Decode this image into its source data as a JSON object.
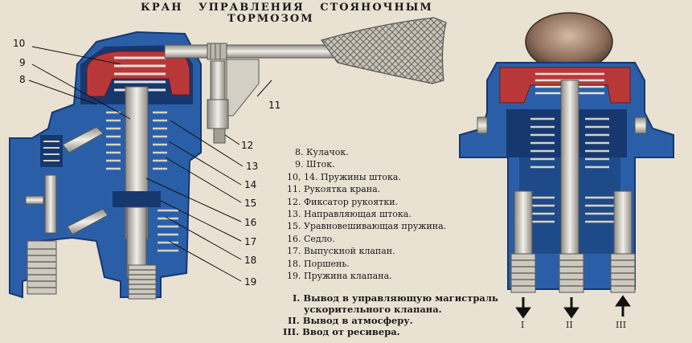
{
  "title": {
    "line1": "КРАН   УПРАВЛЕНИЯ   СТОЯНОЧНЫМ",
    "line2": "ТОРМОЗОМ"
  },
  "callouts": [
    "10",
    "9",
    "8",
    "11",
    "12",
    "13",
    "14",
    "15",
    "16",
    "17",
    "18",
    "19"
  ],
  "legend": [
    "8. Кулачок.",
    "9. Шток.",
    "10, 14. Пружины штока.",
    "11. Рукоятка крана.",
    "12. Фиксатор рукоятки.",
    "13. Направляющая штока.",
    "15. Уравновешивающая пружина.",
    "16. Седло.",
    "17. Выпускной клапан.",
    "18. Поршень.",
    "19. Пружина клапана."
  ],
  "ports": [
    "I. Вывод в управляющую магистраль",
    "ускорительного клапана.",
    "II. Вывод в атмосферу.",
    "III. Ввод от ресивера."
  ],
  "port_markers": [
    "I",
    "II",
    "III"
  ],
  "colors": {
    "body_blue": "#2a5fa8",
    "dark_blue": "#16386f",
    "cam_red": "#b8383a",
    "metal": "#d9d6cf",
    "background": "#e9e2d3"
  }
}
